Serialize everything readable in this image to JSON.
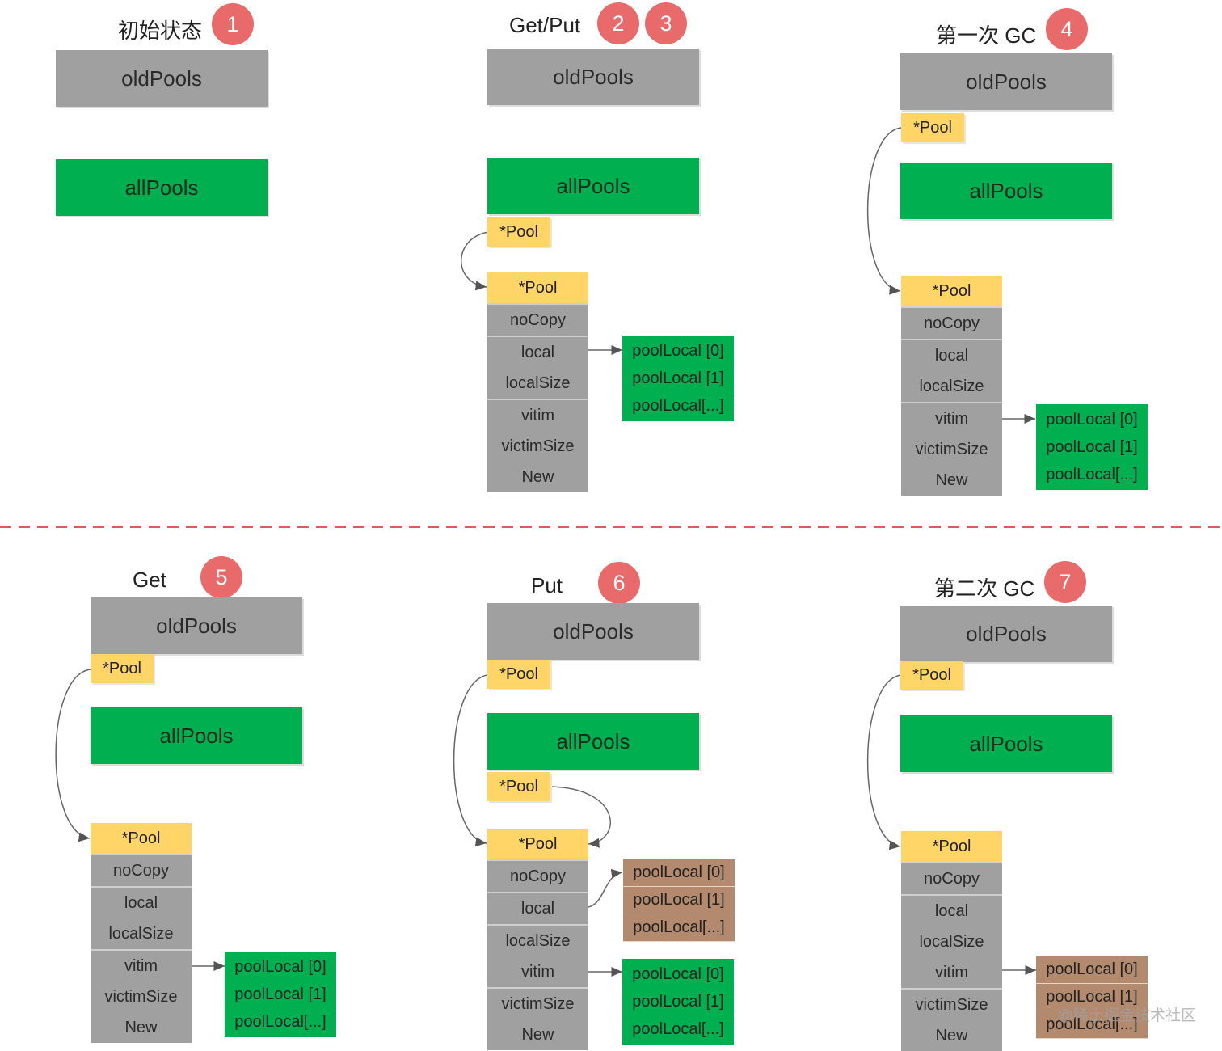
{
  "labels": {
    "old_pools": "oldPools",
    "all_pools": "allPools",
    "pool_ptr": "*Pool",
    "fields": {
      "no_copy": "noCopy",
      "local": "local",
      "local_size": "localSize",
      "vitim": "vitim",
      "victim_size": "victimSize",
      "new": "New"
    },
    "pool_local": [
      "poolLocal [0]",
      "poolLocal [1]",
      "poolLocal[...]"
    ]
  },
  "panels": [
    {
      "title": "初始状态",
      "badges": [
        "1"
      ]
    },
    {
      "title": "Get/Put",
      "badges": [
        "2",
        "3"
      ]
    },
    {
      "title": "第一次 GC",
      "badges": [
        "4"
      ]
    },
    {
      "title": "Get",
      "badges": [
        "5"
      ]
    },
    {
      "title": "Put",
      "badges": [
        "6"
      ]
    },
    {
      "title": "第二次 GC",
      "badges": [
        "7"
      ]
    }
  ],
  "watermark": "@稀土掘金技术社区",
  "colors": {
    "gray": "#a0a0a0",
    "green": "#00b050",
    "yellow": "#ffd568",
    "brown": "#b48a6e",
    "badge": "#e86a6a",
    "divider": "#e05a5a"
  }
}
